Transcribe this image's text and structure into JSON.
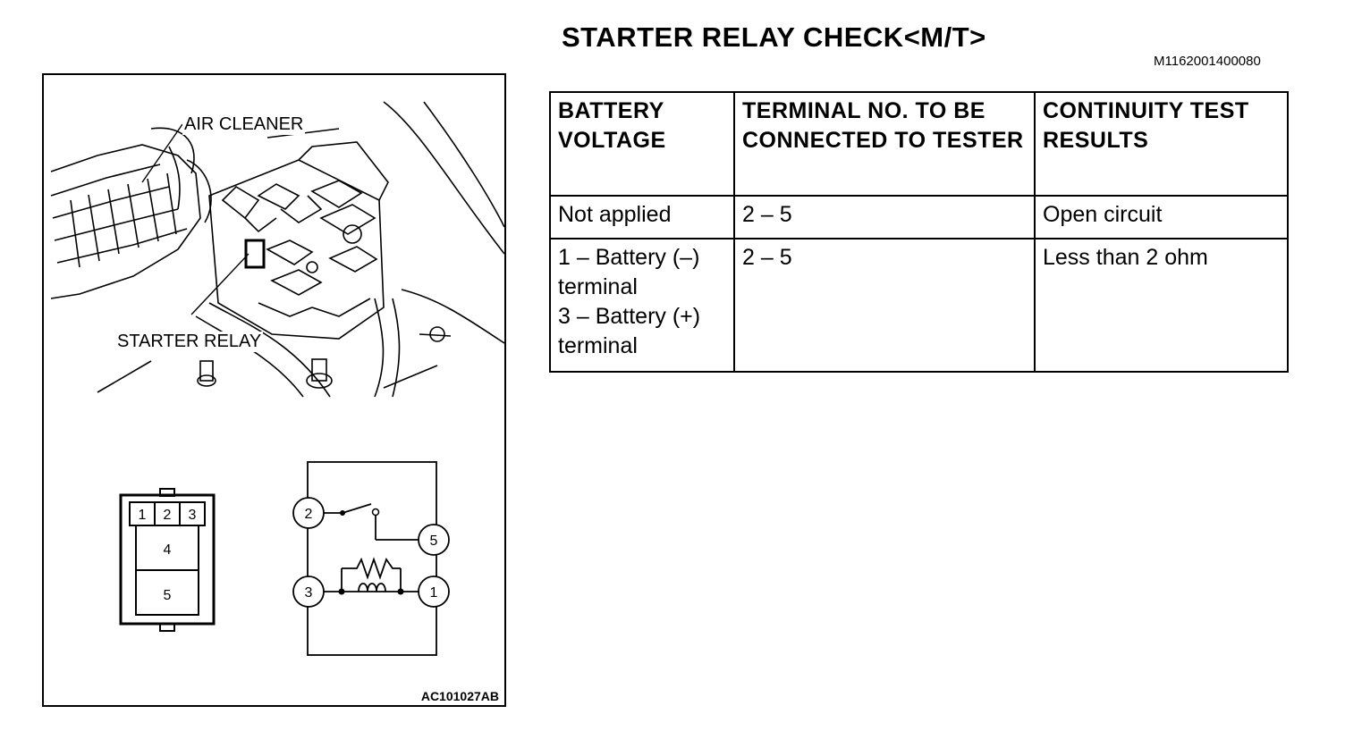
{
  "title": "STARTER RELAY CHECK<M/T>",
  "doc_id": "M1162001400080",
  "figure": {
    "callouts": {
      "air_cleaner": "AIR CLEANER",
      "starter_relay": "STARTER RELAY"
    },
    "connector_pins": {
      "p1": "1",
      "p2": "2",
      "p3": "3",
      "p4": "4",
      "p5": "5"
    },
    "circuit_terminals": {
      "t2": "2",
      "t5": "5",
      "t3": "3",
      "t1": "1"
    },
    "code": "AC101027AB"
  },
  "table": {
    "headers": {
      "battery_voltage": "BATTERY VOLTAGE",
      "terminal_no": "TERMINAL NO. TO BE CONNECTED TO TESTER",
      "continuity": "CONTINUITY TEST RESULTS"
    },
    "rows": [
      {
        "voltage": "Not applied",
        "terminals": "2 – 5",
        "result": "Open circuit"
      },
      {
        "voltage_line1": "1 – Battery (–) terminal",
        "voltage_line2": "3 – Battery (+) terminal",
        "terminals": "2 – 5",
        "result": "Less than 2 ohm"
      }
    ]
  }
}
